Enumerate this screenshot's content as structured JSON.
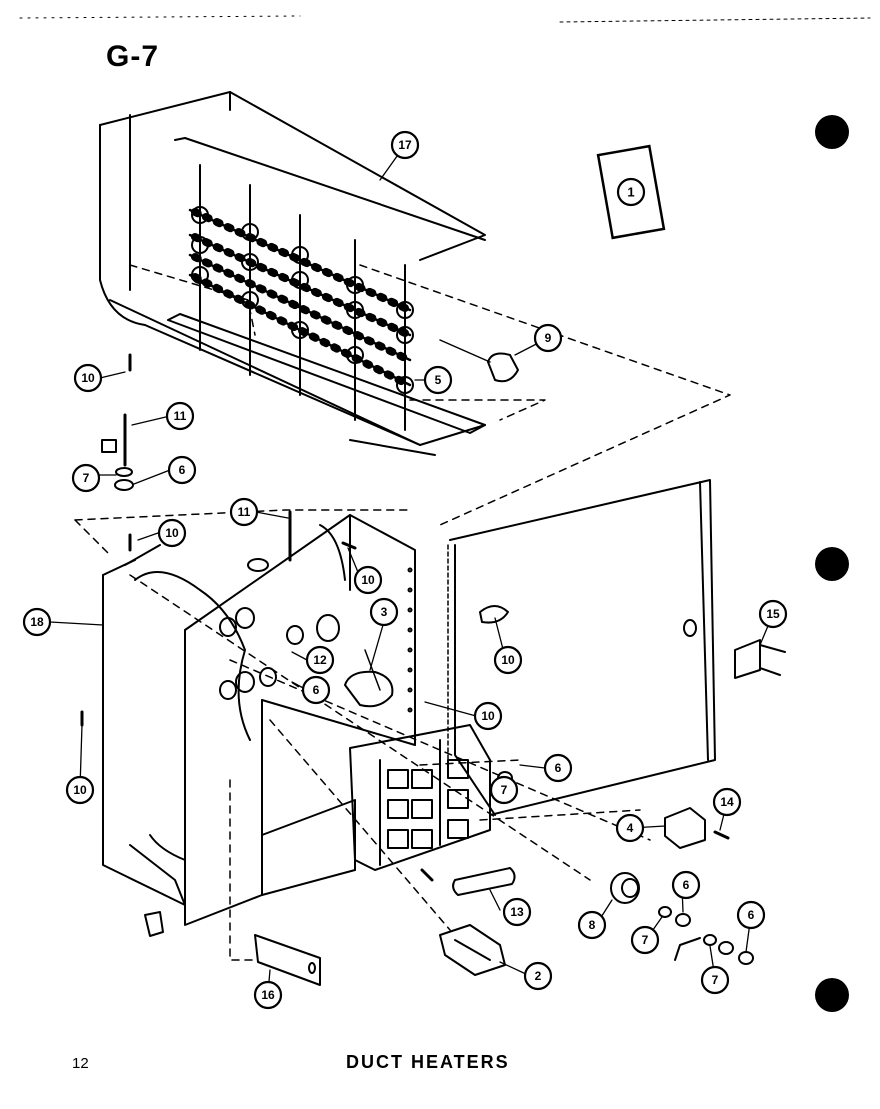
{
  "sheet_id": "G-7",
  "page_number": "12",
  "title": "DUCT  HEATERS",
  "inset_label": "1",
  "callouts": {
    "c17": "17",
    "c9": "9",
    "c5": "5",
    "c10_a": "10",
    "c11_a": "11",
    "c7_a": "7",
    "c6_a": "6",
    "c11_b": "11",
    "c10_b": "10",
    "c10_c": "10",
    "c18": "18",
    "c3": "3",
    "c12": "12",
    "c6_b": "6",
    "c10_d": "10",
    "c10_e": "10",
    "c15": "15",
    "c10_f": "10",
    "c7_b": "7",
    "c6_c": "6",
    "c4": "4",
    "c14": "14",
    "c13": "13",
    "c8": "8",
    "c6_d": "6",
    "c7_c": "7",
    "c6_e": "6",
    "c7_d": "7",
    "c2": "2",
    "c16": "16"
  },
  "colors": {
    "ink": "#000000",
    "paper": "#ffffff"
  }
}
